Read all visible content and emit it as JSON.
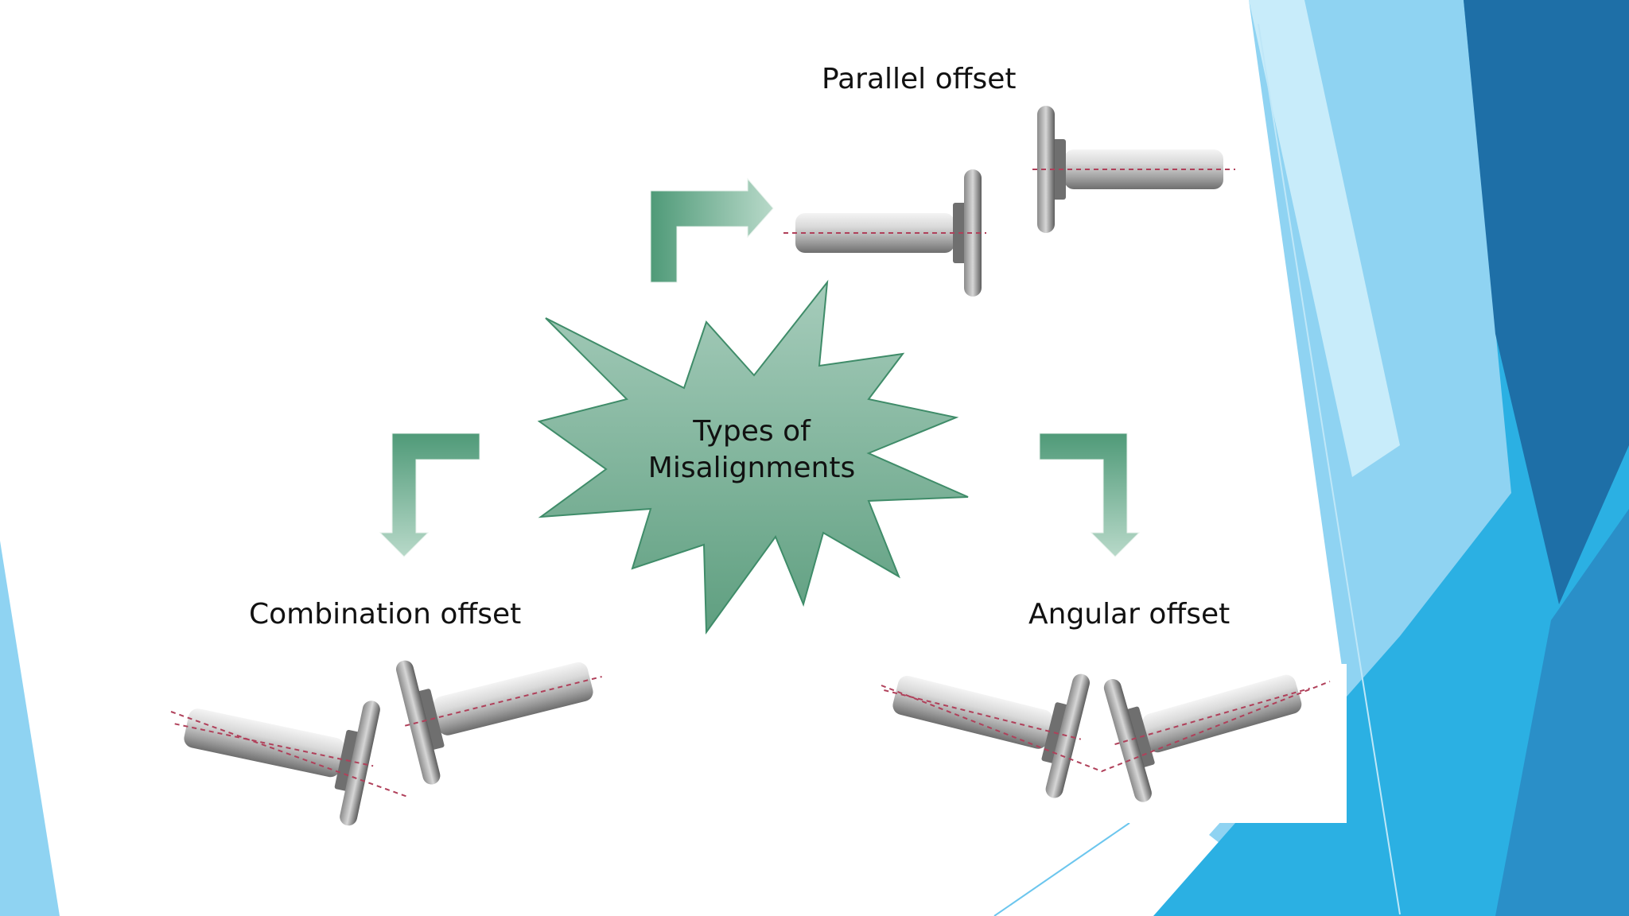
{
  "diagram": {
    "center_title": [
      "Types of",
      "Misalignments"
    ],
    "types": {
      "parallel": "Parallel offset",
      "combination": "Combination offset",
      "angular": "Angular offset"
    }
  },
  "colors": {
    "background": "#ffffff",
    "starburst_fill": "#7fb89f",
    "starburst_stroke": "#3f8c69",
    "arrow_fill": "#5fa585",
    "shaft_metal": "#c8c8c8",
    "axis_line": "#b0405a",
    "accent_blue_light": "#8fd3f2",
    "accent_blue_mid": "#2bb0e3",
    "accent_blue_dark": "#1e6fa7"
  },
  "icons": [
    "starburst",
    "bent-arrow",
    "coupling-shaft"
  ]
}
